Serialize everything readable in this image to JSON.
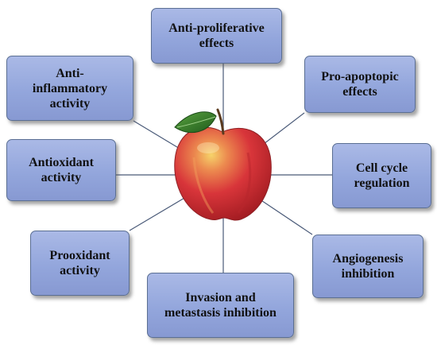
{
  "nodes": [
    {
      "id": "anti-proliferative",
      "lines": [
        "Anti-proliferative",
        "effects"
      ]
    },
    {
      "id": "pro-apoptopic",
      "lines": [
        "Pro-apoptopic",
        "effects"
      ]
    },
    {
      "id": "cell-cycle",
      "lines": [
        "Cell cycle",
        "regulation"
      ]
    },
    {
      "id": "angiogenesis",
      "lines": [
        "Angiogenesis",
        "inhibition"
      ]
    },
    {
      "id": "invasion",
      "lines": [
        "Invasion and",
        "metastasis inhibition"
      ]
    },
    {
      "id": "prooxidant",
      "lines": [
        "Prooxidant",
        "activity"
      ]
    },
    {
      "id": "antioxidant",
      "lines": [
        "Antioxidant",
        "activity"
      ]
    },
    {
      "id": "anti-inflammatory",
      "lines": [
        "Anti-",
        "inflammatory",
        "activity"
      ]
    }
  ],
  "colors": {
    "box_fill": "#93a6dc",
    "box_border": "#5b6f93",
    "connector": "#4a5a78",
    "apple_red": "#d8353a",
    "apple_yellow": "#f3c94a",
    "leaf_green": "#2f7a2a"
  },
  "center_icon": "apple-icon"
}
